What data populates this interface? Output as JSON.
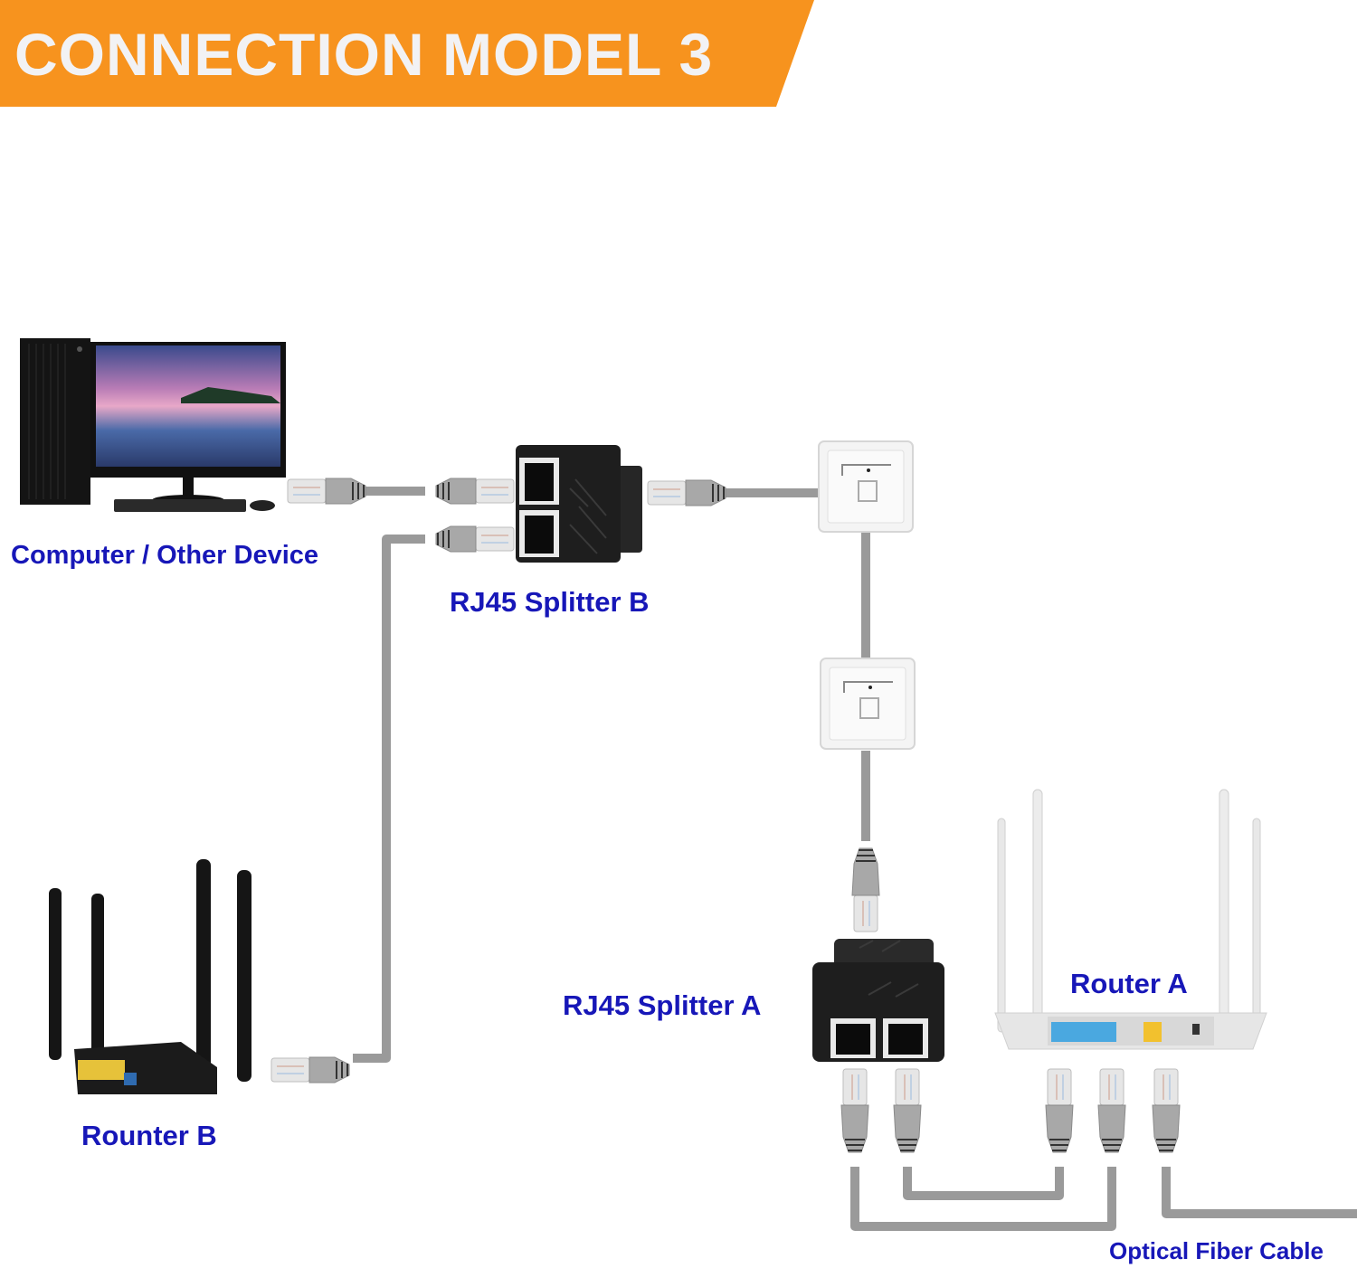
{
  "header": {
    "title": "CONNECTION MODEL 3"
  },
  "labels": {
    "computer": "Computer / Other Device",
    "splitter_b": "RJ45 Splitter B",
    "router_b": "Rounter B",
    "splitter_a": "RJ45 Splitter A",
    "router_a": "Router A",
    "fiber": "Optical Fiber Cable"
  },
  "colors": {
    "banner": "#f7931e",
    "banner_text": "#f2f2f4",
    "label": "#1717b8",
    "cable": "#9a9a9a",
    "cable_dark": "#7d7d7d",
    "device_black": "#1c1c1c",
    "wall_plate": "#f1f1f1",
    "lan_port": "#4aa8e0",
    "wan_port": "#f2c12e"
  },
  "icons": [
    "desktop-computer-icon",
    "rj45-splitter-icon",
    "wall-socket-icon",
    "router-icon",
    "rj45-plug-icon"
  ]
}
